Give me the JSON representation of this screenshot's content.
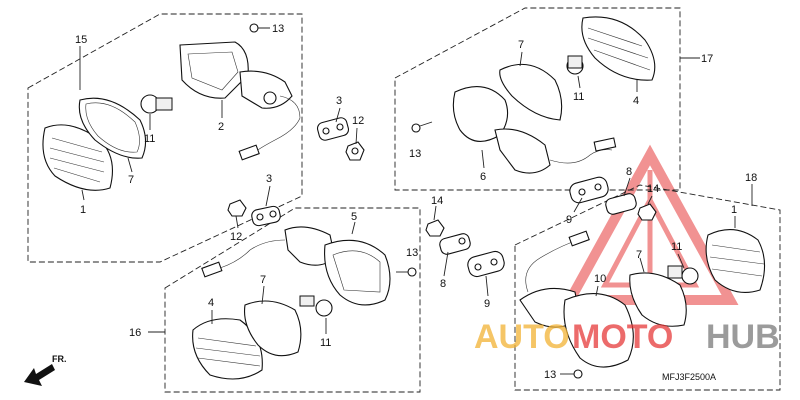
{
  "diagram": {
    "drawing_code": "MFJ3F2500A",
    "direction_label": "FR.",
    "callouts": {
      "c15": "15",
      "c13a": "13",
      "c2": "2",
      "c3a": "3",
      "c12a": "12",
      "c11a": "11",
      "c7a": "7",
      "c1a": "1",
      "c7b": "7",
      "c17": "17",
      "c11b": "11",
      "c4a": "4",
      "c13b": "13",
      "c6": "6",
      "c3b": "3",
      "c12b": "12",
      "c5": "5",
      "c13c": "13",
      "c7c": "7",
      "c4b": "4",
      "c16": "16",
      "c11c": "11",
      "c14a": "14",
      "c8a": "8",
      "c9a": "9",
      "c8b": "8",
      "c14b": "14",
      "c9b": "9",
      "c18": "18",
      "c1b": "1",
      "c7d": "7",
      "c11d": "11",
      "c10": "10",
      "c13d": "13"
    }
  },
  "watermark": {
    "text_a": "AUTO",
    "text_b": "MOTO",
    "text_c": "HUB",
    "colors": {
      "orange": "#f2b233",
      "red": "#e63a3a",
      "gray": "#7a7a7a"
    }
  }
}
